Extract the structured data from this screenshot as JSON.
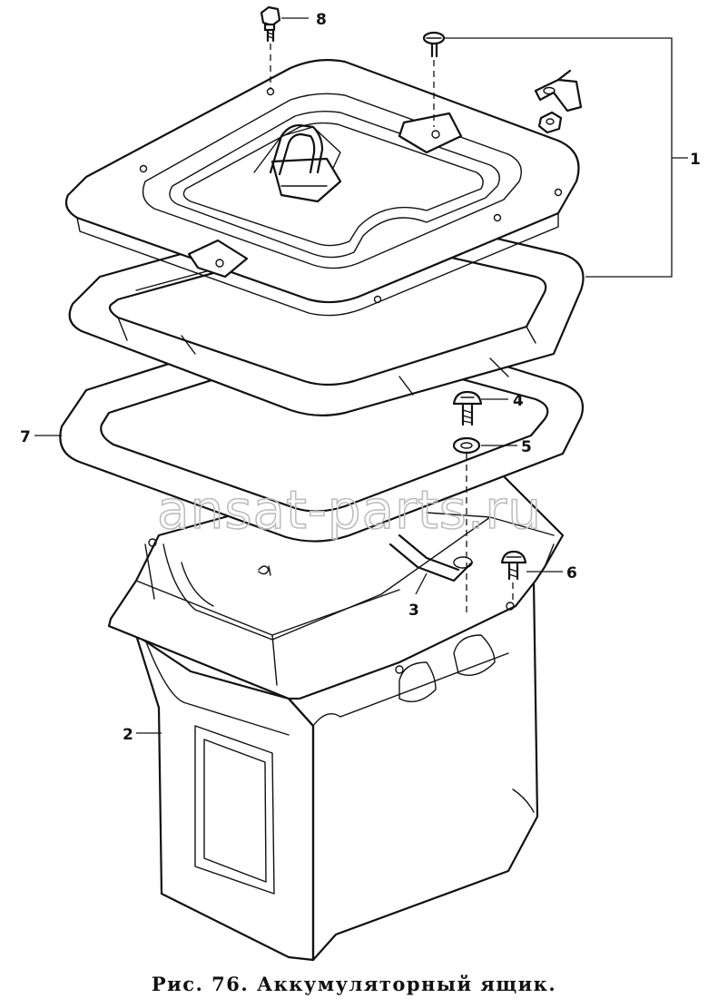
{
  "caption": "Рис. 76. Аккумуляторный ящик.",
  "watermark": "ansat-parts.ru",
  "callouts": [
    {
      "id": "1",
      "label": "1"
    },
    {
      "id": "2",
      "label": "2"
    },
    {
      "id": "3",
      "label": "3"
    },
    {
      "id": "4",
      "label": "4"
    },
    {
      "id": "5",
      "label": "5"
    },
    {
      "id": "6",
      "label": "6"
    },
    {
      "id": "7",
      "label": "7"
    },
    {
      "id": "8",
      "label": "8"
    }
  ]
}
